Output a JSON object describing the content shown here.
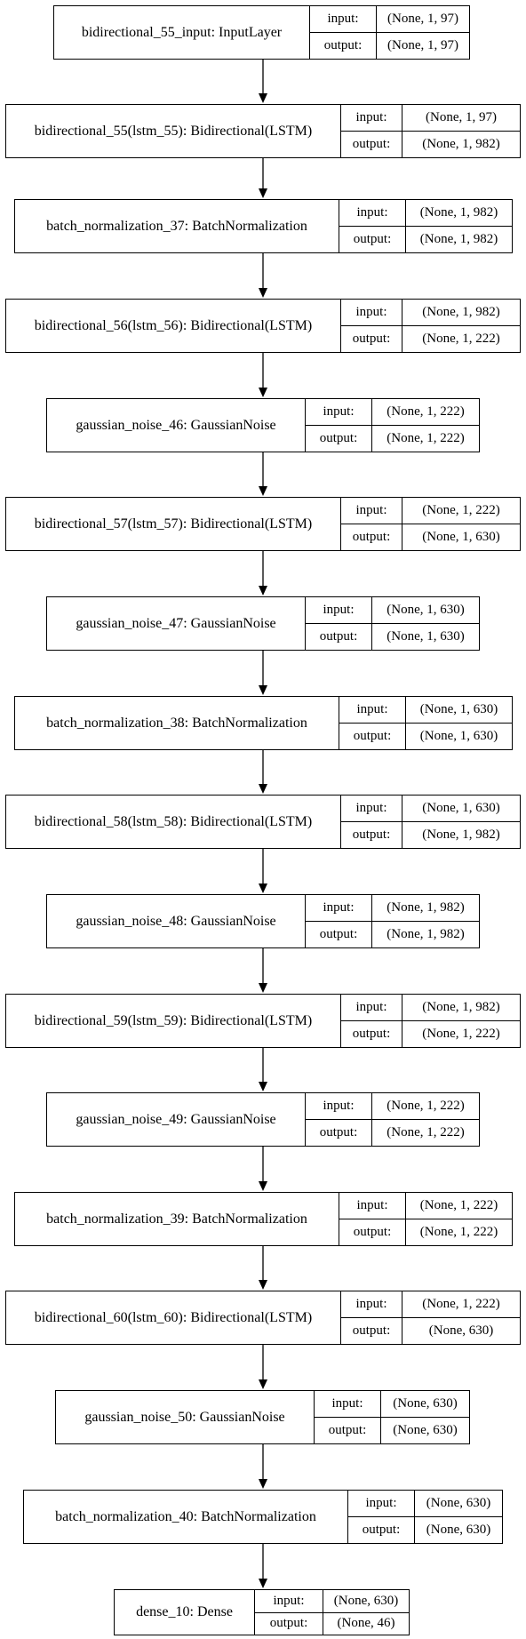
{
  "nodes": [
    {
      "name": "bidirectional_55_input: InputLayer",
      "input_label": "input:",
      "input": "(None, 1, 97)",
      "output_label": "output:",
      "output": "(None, 1, 97)"
    },
    {
      "name": "bidirectional_55(lstm_55): Bidirectional(LSTM)",
      "input_label": "input:",
      "input": "(None, 1, 97)",
      "output_label": "output:",
      "output": "(None, 1, 982)"
    },
    {
      "name": "batch_normalization_37: BatchNormalization",
      "input_label": "input:",
      "input": "(None, 1, 982)",
      "output_label": "output:",
      "output": "(None, 1, 982)"
    },
    {
      "name": "bidirectional_56(lstm_56): Bidirectional(LSTM)",
      "input_label": "input:",
      "input": "(None, 1, 982)",
      "output_label": "output:",
      "output": "(None, 1, 222)"
    },
    {
      "name": "gaussian_noise_46: GaussianNoise",
      "input_label": "input:",
      "input": "(None, 1, 222)",
      "output_label": "output:",
      "output": "(None, 1, 222)"
    },
    {
      "name": "bidirectional_57(lstm_57): Bidirectional(LSTM)",
      "input_label": "input:",
      "input": "(None, 1, 222)",
      "output_label": "output:",
      "output": "(None, 1, 630)"
    },
    {
      "name": "gaussian_noise_47: GaussianNoise",
      "input_label": "input:",
      "input": "(None, 1, 630)",
      "output_label": "output:",
      "output": "(None, 1, 630)"
    },
    {
      "name": "batch_normalization_38: BatchNormalization",
      "input_label": "input:",
      "input": "(None, 1, 630)",
      "output_label": "output:",
      "output": "(None, 1, 630)"
    },
    {
      "name": "bidirectional_58(lstm_58): Bidirectional(LSTM)",
      "input_label": "input:",
      "input": "(None, 1, 630)",
      "output_label": "output:",
      "output": "(None, 1, 982)"
    },
    {
      "name": "gaussian_noise_48: GaussianNoise",
      "input_label": "input:",
      "input": "(None, 1, 982)",
      "output_label": "output:",
      "output": "(None, 1, 982)"
    },
    {
      "name": "bidirectional_59(lstm_59): Bidirectional(LSTM)",
      "input_label": "input:",
      "input": "(None, 1, 982)",
      "output_label": "output:",
      "output": "(None, 1, 222)"
    },
    {
      "name": "gaussian_noise_49: GaussianNoise",
      "input_label": "input:",
      "input": "(None, 1, 222)",
      "output_label": "output:",
      "output": "(None, 1, 222)"
    },
    {
      "name": "batch_normalization_39: BatchNormalization",
      "input_label": "input:",
      "input": "(None, 1, 222)",
      "output_label": "output:",
      "output": "(None, 1, 222)"
    },
    {
      "name": "bidirectional_60(lstm_60): Bidirectional(LSTM)",
      "input_label": "input:",
      "input": "(None, 1, 222)",
      "output_label": "output:",
      "output": "(None, 630)"
    },
    {
      "name": "gaussian_noise_50: GaussianNoise",
      "input_label": "input:",
      "input": "(None, 630)",
      "output_label": "output:",
      "output": "(None, 630)"
    },
    {
      "name": "batch_normalization_40: BatchNormalization",
      "input_label": "input:",
      "input": "(None, 630)",
      "output_label": "output:",
      "output": "(None, 630)"
    },
    {
      "name": "dense_10: Dense",
      "input_label": "input:",
      "input": "(None, 630)",
      "output_label": "output:",
      "output": "(None, 46)"
    }
  ]
}
